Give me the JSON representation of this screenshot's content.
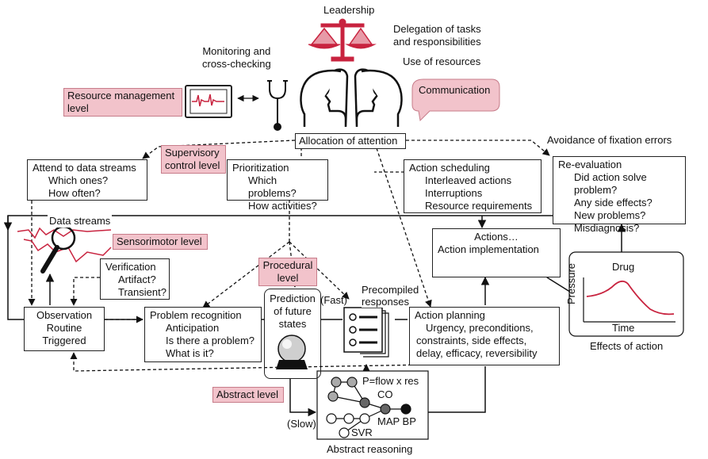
{
  "top": {
    "leadership": "Leadership",
    "delegation": [
      "Delegation of tasks",
      "and responsibilities"
    ],
    "use_resources": "Use of resources",
    "monitoring": [
      "Monitoring and",
      "cross-checking"
    ],
    "communication": "Communication"
  },
  "levels": {
    "resource_management": [
      "Resource management",
      "level"
    ],
    "supervisory": [
      "Supervisory",
      "control level"
    ],
    "sensorimotor": "Sensorimotor level",
    "procedural": [
      "Procedural",
      "level"
    ],
    "abstract": "Abstract level"
  },
  "allocation": "Allocation of attention",
  "fixation": "Avoidance of fixation errors",
  "attend": {
    "title": "Attend to data streams",
    "items": [
      "Which ones?",
      "How often?"
    ]
  },
  "prioritization": {
    "title": "Prioritization",
    "items": [
      "Which problems?",
      "How activities?"
    ]
  },
  "scheduling": {
    "title": "Action scheduling",
    "items": [
      "Interleaved actions",
      "Interruptions",
      "Resource requirements"
    ]
  },
  "reevaluation": {
    "title": "Re-evaluation",
    "items": [
      "Did action solve problem?",
      "Any side effects?",
      "New problems?",
      "Misdiagnosis?"
    ]
  },
  "data_streams": "Data streams",
  "verification": {
    "title": "Verification",
    "items": [
      "Artifact?",
      "Transient?"
    ]
  },
  "actions": {
    "line1": "Actions…",
    "line2": "Action implementation"
  },
  "observation": [
    "Observation",
    "Routine",
    "Triggered"
  ],
  "problem": {
    "title": "Problem recognition",
    "items": [
      "Anticipation",
      "Is there a problem?",
      "What is it?"
    ]
  },
  "prediction": [
    "Prediction",
    "of future",
    "states"
  ],
  "precompiled": [
    "Precompiled",
    "responses"
  ],
  "fast": "(Fast)",
  "slow": "(Slow)",
  "planning": {
    "title": "Action planning",
    "items": [
      "Urgency, preconditions,",
      "constraints, side effects,",
      "delay, efficacy, reversibility"
    ]
  },
  "drug_chart": {
    "title": "Drug",
    "ylabel": "Pressure",
    "xlabel": "Time",
    "caption": "Effects of action"
  },
  "abstract_diagram": {
    "formula": "P=flow x res",
    "co": "CO",
    "mapbp": "MAP BP",
    "svr": "SVR",
    "caption": "Abstract reasoning"
  },
  "colors": {
    "accent": "#c8233f",
    "pink_fill": "#f2c3cb"
  }
}
